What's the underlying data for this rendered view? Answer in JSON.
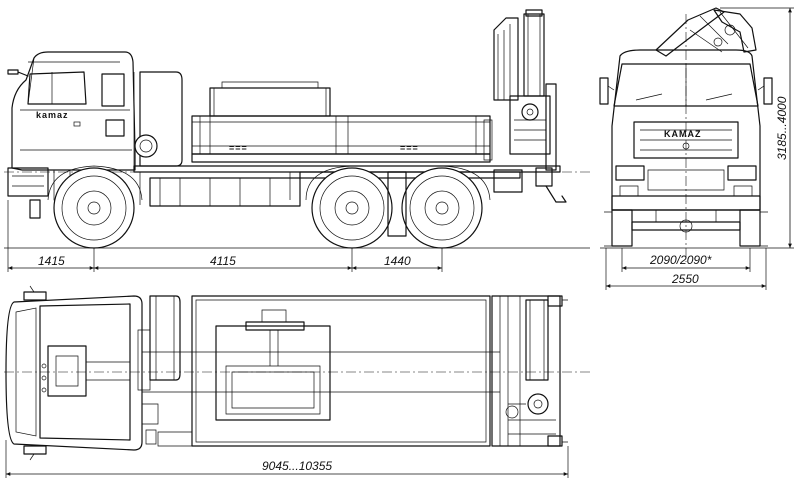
{
  "dimensions": {
    "front_overhang": "1415",
    "wheelbase_first": "4115",
    "wheelbase_rear": "1440",
    "track": "2090/2090*",
    "overall_width": "2550",
    "height": "3185...4000",
    "overall_length": "9045...10355"
  },
  "brand": {
    "grille_logo": "KAMAZ"
  },
  "colors": {
    "line": "#111111",
    "background": "#ffffff"
  }
}
